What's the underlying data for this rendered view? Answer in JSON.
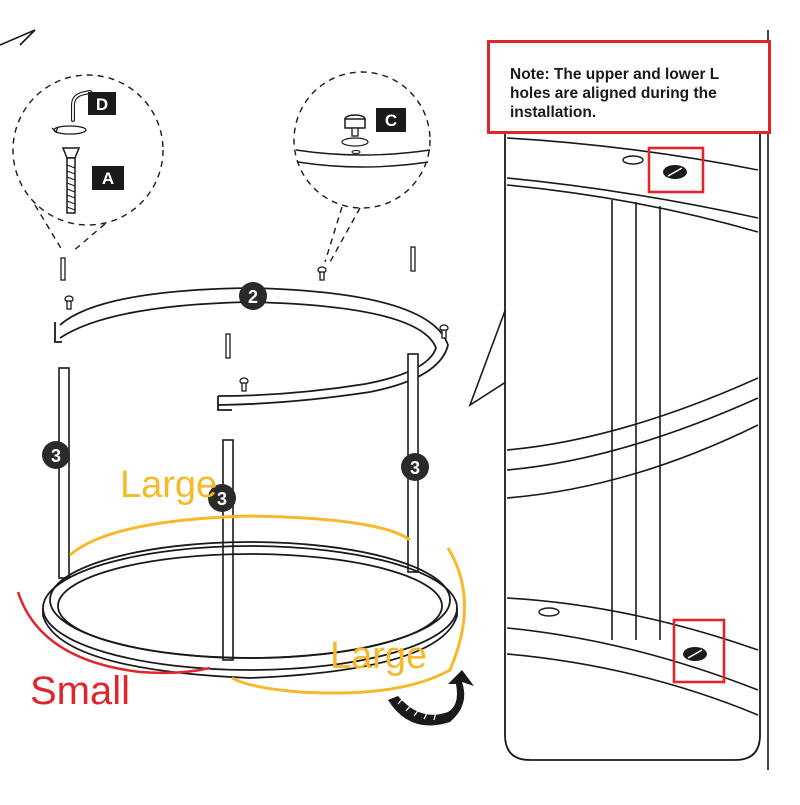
{
  "note": {
    "lines": [
      "Note: The upper and lower L",
      "holes are aligned during the",
      "installation."
    ]
  },
  "parts": {
    "d": "D",
    "a": "A",
    "c": "C",
    "num_2": "2",
    "num_3_left": "3",
    "num_3_center": "3",
    "num_3_right": "3"
  },
  "annotations": {
    "large_top": "Large",
    "large_bottom": "Large",
    "small": "Small"
  },
  "colors": {
    "line": "#1a1a1a",
    "annotation_yellow": "#f5b92a",
    "annotation_red": "#e0252b",
    "badge_fill": "#2a2a2a"
  }
}
